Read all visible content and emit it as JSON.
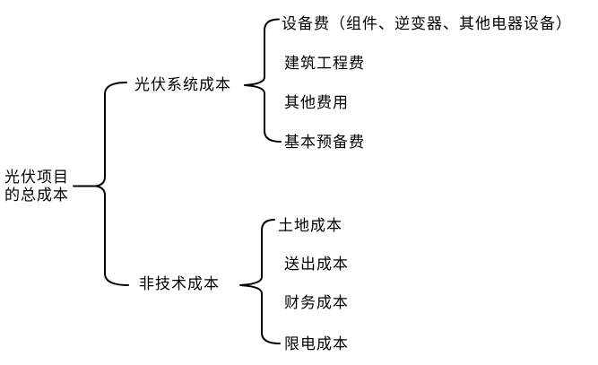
{
  "diagram": {
    "root": {
      "line1": "光伏项目",
      "line2": "的总成本"
    },
    "branches": [
      {
        "label": "光伏系统成本",
        "children": [
          "设备费（组件、逆变器、其他电器设备）",
          "建筑工程费",
          "其他费用",
          "基本预备费"
        ]
      },
      {
        "label": "非技术成本",
        "children": [
          "土地成本",
          "送出成本",
          "财务成本",
          "限电成本"
        ]
      }
    ]
  },
  "colors": {
    "line": "#000000",
    "text": "#000000",
    "background": "#ffffff"
  }
}
